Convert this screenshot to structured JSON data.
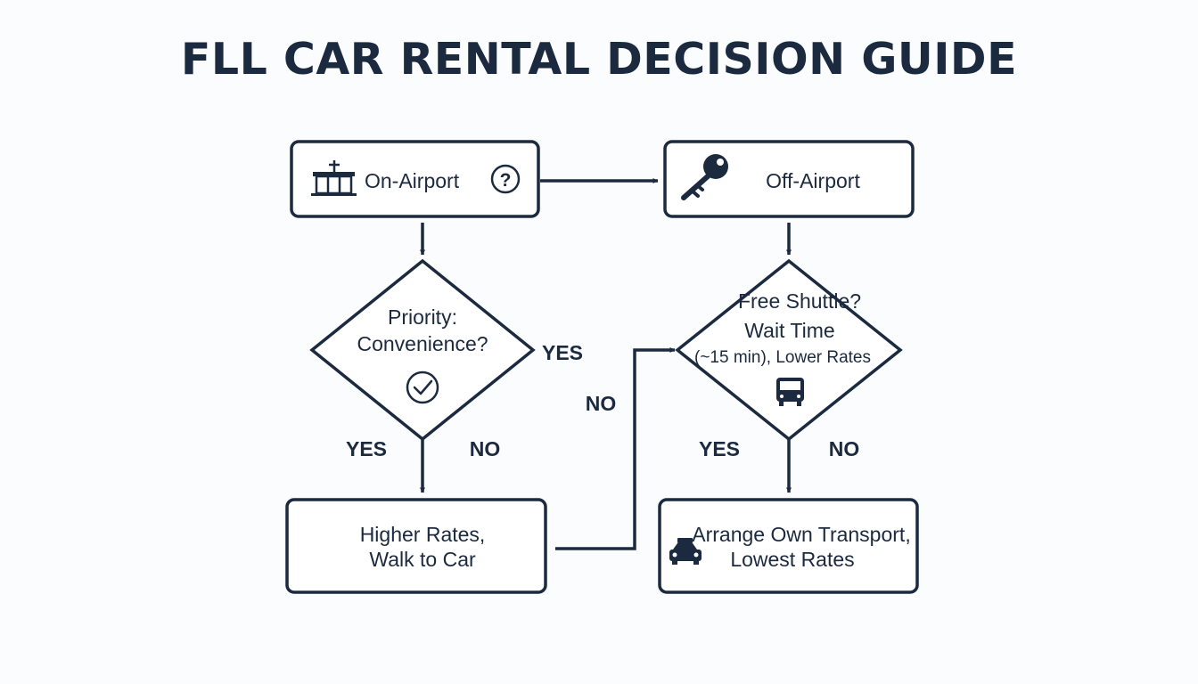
{
  "title": "FLL CAR RENTAL DECISION GUIDE",
  "nodes": {
    "on_airport": {
      "label": "On-Airport",
      "icon": "terminal-icon",
      "badge_icon": "question-circle-icon"
    },
    "off_airport": {
      "label": "Off-Airport",
      "icon": "key-icon"
    },
    "priority": {
      "line1": "Priority:",
      "line2": "Convenience?",
      "icon": "check-circle-icon"
    },
    "shuttle": {
      "line1": "Free Shuttle?",
      "line2": "Wait Time",
      "line3": "(~15 min), Lower Rates",
      "icon": "bus-icon"
    },
    "higher_rates": {
      "line1": "Higher Rates,",
      "line2": "Walk to Car"
    },
    "own_transport": {
      "line1": "Arrange Own Transport,",
      "line2": "Lowest Rates",
      "icon": "taxi-icon"
    }
  },
  "branch_labels": {
    "priority_side_yes": "YES",
    "priority_yes": "YES",
    "priority_no": "NO",
    "to_shuttle_no": "NO",
    "shuttle_yes": "YES",
    "shuttle_no": "NO"
  }
}
